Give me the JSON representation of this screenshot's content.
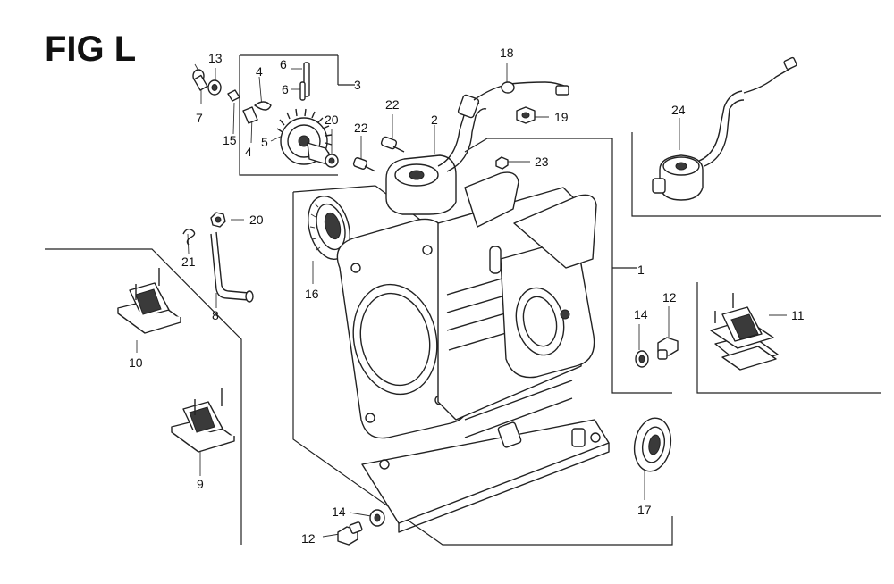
{
  "figure": {
    "title": "FIG L",
    "callouts": {
      "c1": "1",
      "c2": "2",
      "c3": "3",
      "c4a": "4",
      "c4b": "4",
      "c5": "5",
      "c6a": "6",
      "c6b": "6",
      "c7": "7",
      "c8": "8",
      "c9": "9",
      "c10": "10",
      "c11": "11",
      "c12a": "12",
      "c12b": "12",
      "c13": "13",
      "c14a": "14",
      "c14b": "14",
      "c15": "15",
      "c16": "16",
      "c17": "17",
      "c18": "18",
      "c19": "19",
      "c20a": "20",
      "c20b": "20",
      "c21": "21",
      "c22a": "22",
      "c22b": "22",
      "c23": "23",
      "c24": "24"
    }
  }
}
